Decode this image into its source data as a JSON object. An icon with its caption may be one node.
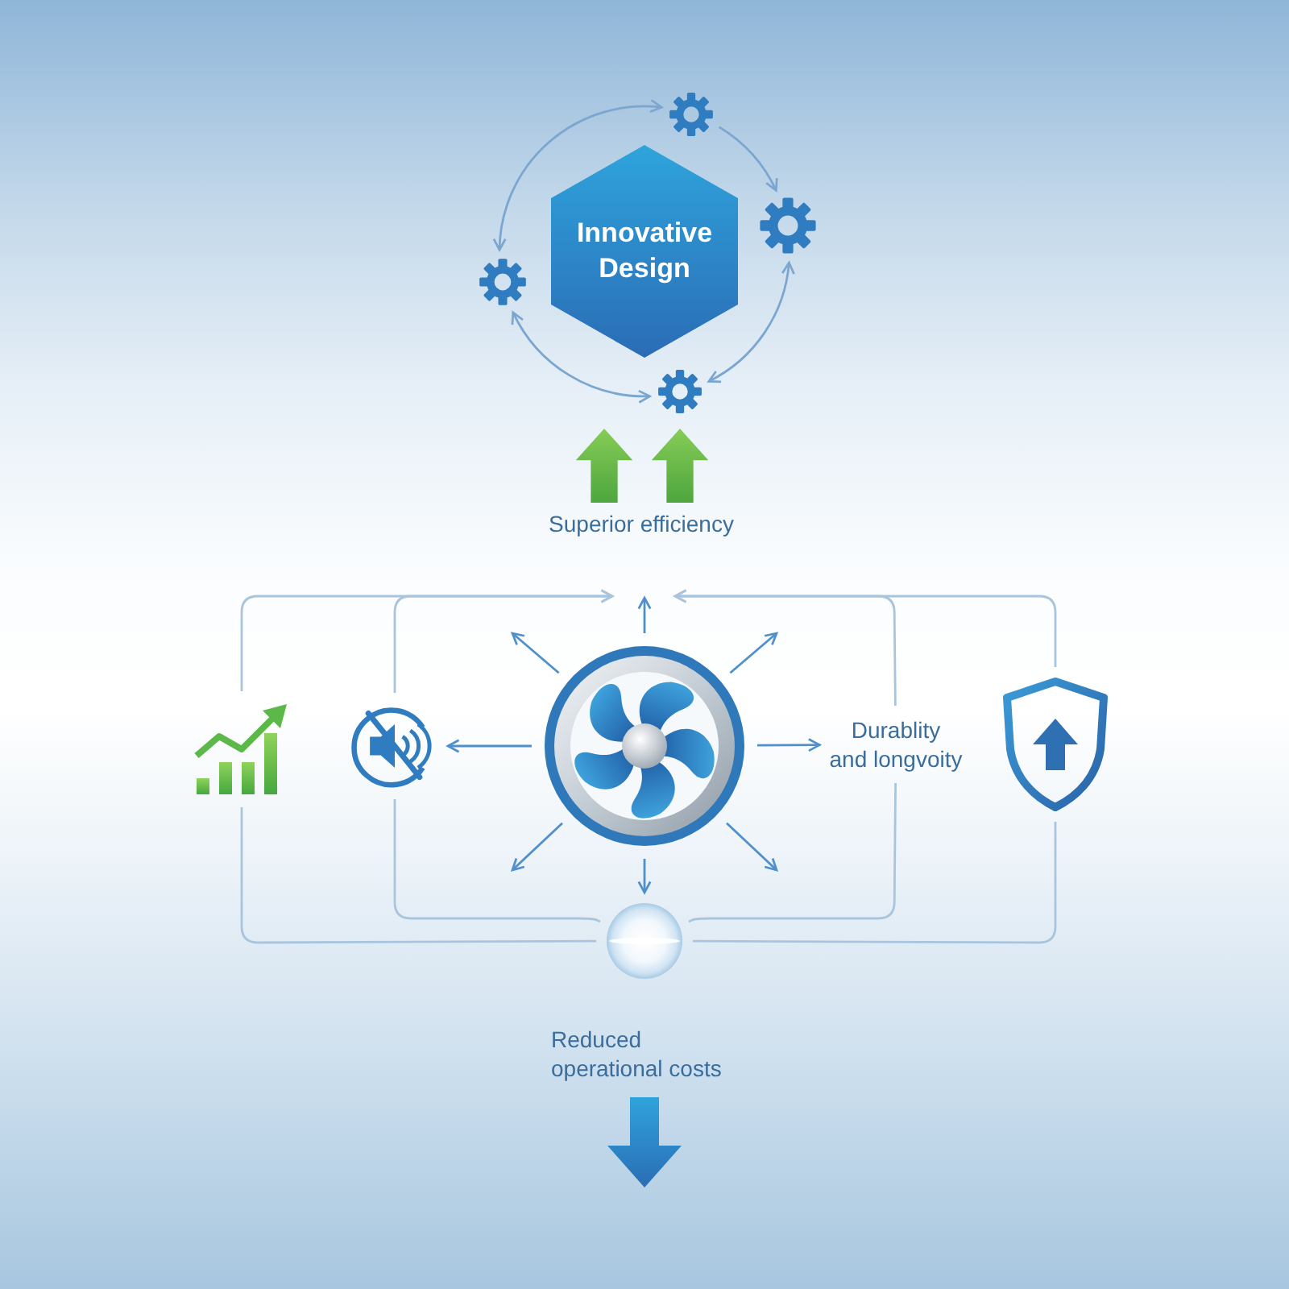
{
  "diagram": {
    "nodes": [
      {
        "text": [
          "Innovative Design"
        ]
      },
      {
        "text": [],
        "shape": "picture"
      },
      {
        "text": [],
        "shape": "picture"
      },
      {
        "text": [],
        "shape": "picture"
      },
      {
        "text": [],
        "shape": "picture"
      },
      {
        "text": [],
        "shape": "picture"
      },
      {
        "text": [],
        "shape": "picture"
      },
      {
        "text": [],
        "shape": "picture"
      },
      {
        "text": [
          "Durablity and longvoity"
        ]
      },
      {
        "text": [],
        "shape": "picture"
      },
      {
        "text": [],
        "shape": "circle"
      }
    ],
    "edges": [
      {
        "from": 1,
        "to": 2,
        "arrow": "to",
        "color": "#7aa6d0"
      },
      {
        "from": 2,
        "to": 3,
        "arrow": "both",
        "color": "#7aa6d0"
      },
      {
        "from": 3,
        "to": 4,
        "arrow": "both",
        "color": "#7aa6d0"
      },
      {
        "from": 4,
        "to": 1,
        "arrow": "both",
        "color": "#7aa6d0"
      },
      {
        "from": 7,
        "to": null,
        "arrow": "to",
        "color": "#4f8fcc"
      },
      {
        "from": 7,
        "to": null,
        "arrow": "to",
        "color": "#4f8fcc"
      },
      {
        "from": 7,
        "to": 8,
        "arrow": "to",
        "color": "#4f8fcc"
      },
      {
        "from": 7,
        "to": null,
        "arrow": "to",
        "color": "#4f8fcc"
      },
      {
        "from": 7,
        "to": 10,
        "arrow": "to",
        "color": "#4f8fcc"
      },
      {
        "from": 7,
        "to": null,
        "arrow": "to",
        "color": "#4f8fcc"
      },
      {
        "from": 7,
        "to": 6,
        "arrow": "to",
        "color": "#4f8fcc"
      },
      {
        "from": 7,
        "to": null,
        "arrow": "to",
        "color": "#4f8fcc"
      },
      {
        "from": 5,
        "to": null,
        "arrow": "to"
      },
      {
        "from": 6,
        "to": null,
        "arrow": "to"
      },
      {
        "from": 8,
        "to": null,
        "arrow": "to"
      },
      {
        "from": 9,
        "to": null,
        "arrow": "to"
      },
      {
        "from": 5,
        "to": 10,
        "arrow": "none"
      },
      {
        "from": 6,
        "to": 10,
        "arrow": "none"
      },
      {
        "from": 8,
        "to": 10,
        "arrow": "none"
      },
      {
        "from": 9,
        "to": 10,
        "arrow": "none"
      }
    ],
    "labels": [
      "Superior efficiency",
      "Reduced operational costs"
    ]
  }
}
